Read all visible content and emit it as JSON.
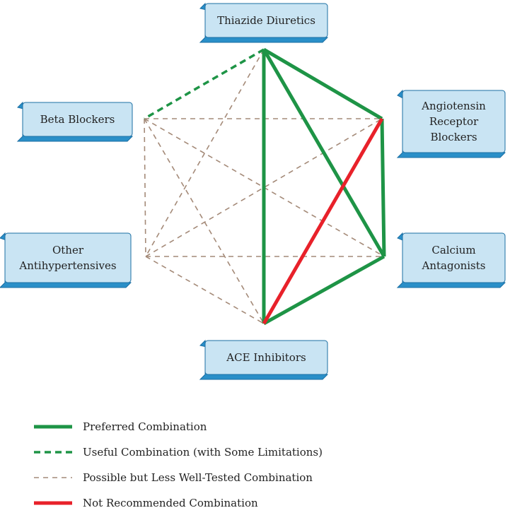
{
  "nodes": [
    {
      "id": "thiazide",
      "lines": [
        "Thiazide Diuretics"
      ]
    },
    {
      "id": "arb",
      "lines": [
        "Angiotensin",
        "Receptor",
        "Blockers"
      ]
    },
    {
      "id": "calcium",
      "lines": [
        "Calcium",
        "Antagonists"
      ]
    },
    {
      "id": "ace",
      "lines": [
        "ACE Inhibitors"
      ]
    },
    {
      "id": "other",
      "lines": [
        "Other",
        "Antihypertensives"
      ]
    },
    {
      "id": "beta",
      "lines": [
        "Beta Blockers"
      ]
    }
  ],
  "edges": [
    {
      "from": "thiazide",
      "to": "arb",
      "type": "preferred"
    },
    {
      "from": "thiazide",
      "to": "calcium",
      "type": "preferred"
    },
    {
      "from": "thiazide",
      "to": "ace",
      "type": "preferred"
    },
    {
      "from": "arb",
      "to": "calcium",
      "type": "preferred"
    },
    {
      "from": "calcium",
      "to": "ace",
      "type": "preferred"
    },
    {
      "from": "arb",
      "to": "ace",
      "type": "not_recommended"
    },
    {
      "from": "thiazide",
      "to": "beta",
      "type": "useful"
    },
    {
      "from": "thiazide",
      "to": "other",
      "type": "possible"
    },
    {
      "from": "beta",
      "to": "arb",
      "type": "possible"
    },
    {
      "from": "beta",
      "to": "calcium",
      "type": "possible"
    },
    {
      "from": "beta",
      "to": "ace",
      "type": "possible"
    },
    {
      "from": "beta",
      "to": "other",
      "type": "possible"
    },
    {
      "from": "other",
      "to": "arb",
      "type": "possible"
    },
    {
      "from": "other",
      "to": "calcium",
      "type": "possible"
    },
    {
      "from": "other",
      "to": "ace",
      "type": "possible"
    }
  ],
  "legend": [
    {
      "type": "preferred",
      "label": "Preferred Combination"
    },
    {
      "type": "useful",
      "label": "Useful Combination (with Some Limitations)"
    },
    {
      "type": "possible",
      "label": "Possible but Less Well-Tested Combination"
    },
    {
      "type": "not_recommended",
      "label": "Not Recommended Combination"
    }
  ],
  "styles": {
    "preferred": {
      "color": "#1e9446"
    },
    "useful": {
      "color": "#1e9446"
    },
    "possible": {
      "color": "#a48a78"
    },
    "not_recommended": {
      "color": "#e8212a"
    }
  },
  "box_colors": {
    "face": "#c9e4f3",
    "side": "#2a8fc8",
    "border": "#1c6fa3"
  }
}
